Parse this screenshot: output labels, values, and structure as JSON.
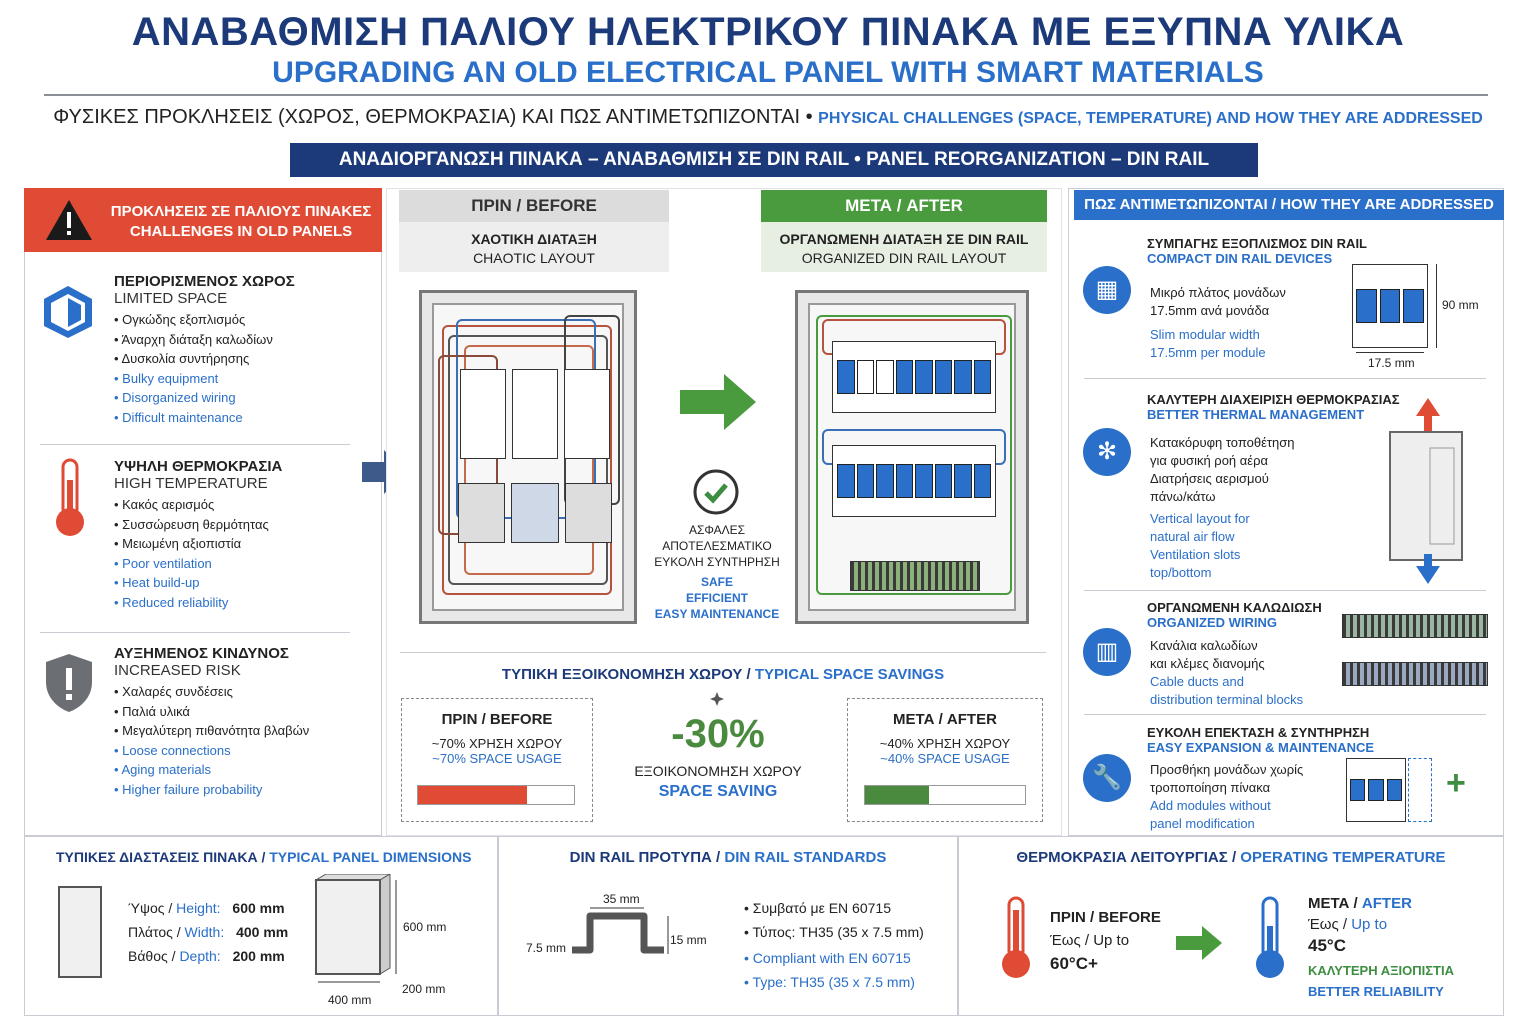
{
  "header": {
    "title_gr": "ΑΝΑΒΑΘΜΙΣΗ ΠΑΛΙΟΥ ΗΛΕΚΤΡΙΚΟΥ ΠΙΝΑΚΑ ΜΕ ΕΞΥΠΝΑ ΥΛΙΚΑ",
    "title_en": "UPGRADING AN OLD ELECTRICAL PANEL WITH SMART MATERIALS",
    "subtitle_gr": "ΦΥΣΙΚΕΣ ΠΡΟΚΛΗΣΕΙΣ (ΧΩΡΟΣ, ΘΕΡΜΟΚΡΑΣΙΑ) ΚΑΙ ΠΩΣ ΑΝΤΙΜΕΤΩΠΙΖΟΝΤΑΙ",
    "subtitle_sep": "•",
    "subtitle_en": "PHYSICAL CHALLENGES (SPACE, TEMPERATURE) AND HOW THEY ARE ADDRESSED",
    "banner": "ΑΝΑΔΙΟΡΓΑΝΩΣΗ ΠΙΝΑΚΑ – ΑΝΑΒΑΘΜΙΣΗ ΣΕ DIN RAIL • PANEL REORGANIZATION – DIN RAIL UPGRADE"
  },
  "challenges": {
    "header_gr": "ΠΡΟΚΛΗΣΕΙΣ ΣΕ ΠΑΛΙΟΥΣ ΠΙΝΑΚΕΣ",
    "header_en": "CHALLENGES IN OLD PANELS",
    "items": [
      {
        "icon": "cube-icon",
        "title_gr": "ΠΕΡΙΟΡΙΣΜΕΝΟΣ ΧΩΡΟΣ",
        "title_en": "LIMITED SPACE",
        "bullets_gr": [
          "Ογκώδης εξοπλισμός",
          "Άναρχη διάταξη καλωδίων",
          "Δυσκολία συντήρησης"
        ],
        "bullets_en": [
          "Bulky equipment",
          "Disorganized wiring",
          "Difficult maintenance"
        ]
      },
      {
        "icon": "thermometer-icon",
        "title_gr": "ΥΨΗΛΗ ΘΕΡΜΟΚΡΑΣΙΑ",
        "title_en": "HIGH TEMPERATURE",
        "bullets_gr": [
          "Κακός αερισμός",
          "Συσσώρευση θερμότητας",
          "Μειωμένη αξιοπιστία"
        ],
        "bullets_en": [
          "Poor ventilation",
          "Heat build-up",
          "Reduced reliability"
        ]
      },
      {
        "icon": "shield-icon",
        "title_gr": "ΑΥΞΗΜΕΝΟΣ ΚΙΝΔΥΝΟΣ",
        "title_en": "INCREASED RISK",
        "bullets_gr": [
          "Χαλαρές συνδέσεις",
          "Παλιά υλικά",
          "Μεγαλύτερη πιθανότητα βλαβών"
        ],
        "bullets_en": [
          "Loose connections",
          "Aging materials",
          "Higher failure probability"
        ]
      }
    ]
  },
  "comparison": {
    "before_header": "ΠΡΙΝ / BEFORE",
    "before_gr": "ΧΑΟΤΙΚΗ ΔΙΑΤΑΞΗ",
    "before_en": "CHAOTIC LAYOUT",
    "after_header": "ΜΕΤΑ / AFTER",
    "after_gr": "ΟΡΓΑΝΩΜΕΝΗ ΔΙΑΤΑΞΗ ΣΕ DIN RAIL",
    "after_en": "ORGANIZED DIN RAIL LAYOUT",
    "benefits_gr": [
      "ΑΣΦΑΛΕΣ",
      "ΑΠΟΤΕΛΕΣΜΑΤΙΚΟ",
      "ΕΥΚΟΛΗ ΣΥΝΤΗΡΗΣΗ"
    ],
    "benefits_en": [
      "SAFE",
      "EFFICIENT",
      "EASY MAINTENANCE"
    ]
  },
  "savings": {
    "title_gr": "ΤΥΠΙΚΗ ΕΞΟΙΚΟΝΟΜΗΣΗ ΧΩΡΟΥ",
    "title_sep": "/",
    "title_en": "TYPICAL SPACE SAVINGS",
    "before_label": "ΠΡΙΝ / BEFORE",
    "before_usage_gr": "~70% ΧΡΗΣΗ ΧΩΡΟΥ",
    "before_usage_en": "~70% SPACE USAGE",
    "before_fraction": 0.7,
    "value": "-30%",
    "value_gr": "ΕΞΟΙΚΟΝΟΜΗΣΗ ΧΩΡΟΥ",
    "value_en": "SPACE SAVING",
    "after_label": "ΜΕΤΑ / AFTER",
    "after_usage_gr": "~40% ΧΡΗΣΗ ΧΩΡΟΥ",
    "after_usage_en": "~40% SPACE USAGE",
    "after_fraction": 0.4
  },
  "solutions": {
    "header": "ΠΩΣ ΑΝΤΙΜΕΤΩΠΙΖΟΝΤΑΙ / HOW THEY ARE ADDRESSED",
    "compact": {
      "title_gr": "ΣΥΜΠΑΓΗΣ ΕΞΟΠΛΙΣΜΟΣ DIN RAIL",
      "title_en": "COMPACT DIN RAIL DEVICES",
      "gr_1": "Μικρό πλάτος μονάδων",
      "gr_2": "17.5mm ανά μονάδα",
      "en_1": "Slim modular width",
      "en_2": "17.5mm per module",
      "dim_h": "90 mm",
      "dim_w": "17.5 mm"
    },
    "thermal": {
      "title_gr": "ΚΑΛΥΤΕΡΗ ΔΙΑΧΕΙΡΙΣΗ ΘΕΡΜΟΚΡΑΣΙΑΣ",
      "title_en": "BETTER THERMAL MANAGEMENT",
      "gr_1": "Κατακόρυφη τοποθέτηση",
      "gr_2": "για φυσική ροή αέρα",
      "gr_3": "Διατρήσεις αερισμού",
      "gr_4": "πάνω/κάτω",
      "en_1": "Vertical layout for",
      "en_2": "natural air flow",
      "en_3": "Ventilation slots",
      "en_4": "top/bottom"
    },
    "wiring": {
      "title_gr": "ΟΡΓΑΝΩΜΕΝΗ ΚΑΛΩΔΙΩΣΗ",
      "title_en": "ORGANIZED WIRING",
      "gr_1": "Κανάλια καλωδίων",
      "gr_2": "και κλέμες διανομής",
      "en_1": "Cable ducts and",
      "en_2": "distribution terminal blocks"
    },
    "expansion": {
      "title_gr": "ΕΥΚΟΛΗ ΕΠΕΚΤΑΣΗ & ΣΥΝΤΗΡΗΣΗ",
      "title_en": "EASY EXPANSION & MAINTENANCE",
      "gr_1": "Προσθήκη μονάδων χωρίς",
      "gr_2": "τροποποίηση πίνακα",
      "en_1": "Add modules without",
      "en_2": "panel modification"
    }
  },
  "dimensions": {
    "title_gr": "ΤΥΠΙΚΕΣ ΔΙΑΣΤΑΣΕΙΣ ΠΙΝΑΚΑ",
    "title_sep": "/",
    "title_en": "TYPICAL PANEL DIMENSIONS",
    "height_gr": "Ύψος",
    "height_en": "Height:",
    "height_val": "600 mm",
    "width_gr": "Πλάτος",
    "width_en": "Width:",
    "width_val": "400 mm",
    "depth_gr": "Βάθος",
    "depth_en": "Depth:",
    "depth_val": "200 mm",
    "lbl_h": "600 mm",
    "lbl_w": "400 mm",
    "lbl_d": "200 mm"
  },
  "din": {
    "title_gr": "DIN RAIL ΠΡΟΤΥΠΑ",
    "title_sep": "/",
    "title_en": "DIN RAIL STANDARDS",
    "w": "35 mm",
    "h": "15 mm",
    "t": "7.5 mm",
    "gr_1": "Συμβατό με EN 60715",
    "gr_2": "Τύπος: TH35 (35 x 7.5 mm)",
    "en_1": "Compliant with EN 60715",
    "en_2": "Type: TH35 (35 x 7.5 mm)"
  },
  "temperature": {
    "title_gr": "ΘΕΡΜΟΚΡΑΣΙΑ ΛΕΙΤΟΥΡΓΙΑΣ",
    "title_sep": "/",
    "title_en": "OPERATING TEMPERATURE",
    "before_label": "ΠΡΙΝ / BEFORE",
    "before_upto_gr": "Έως",
    "before_upto_en": "Up to",
    "before_val": "60°C+",
    "after_label_gr": "ΜΕΤΑ",
    "after_label_en": "AFTER",
    "after_upto_gr": "Έως",
    "after_upto_en": "Up to",
    "after_val": "45°C",
    "after_note_gr": "ΚΑΛΥΤΕΡΗ ΑΞΙΟΠΙΣΤΙΑ",
    "after_note_en": "BETTER RELIABILITY"
  },
  "colors": {
    "navy": "#1c3a7a",
    "blue": "#2a6fc9",
    "red": "#e04b35",
    "green": "#3e8e41"
  }
}
